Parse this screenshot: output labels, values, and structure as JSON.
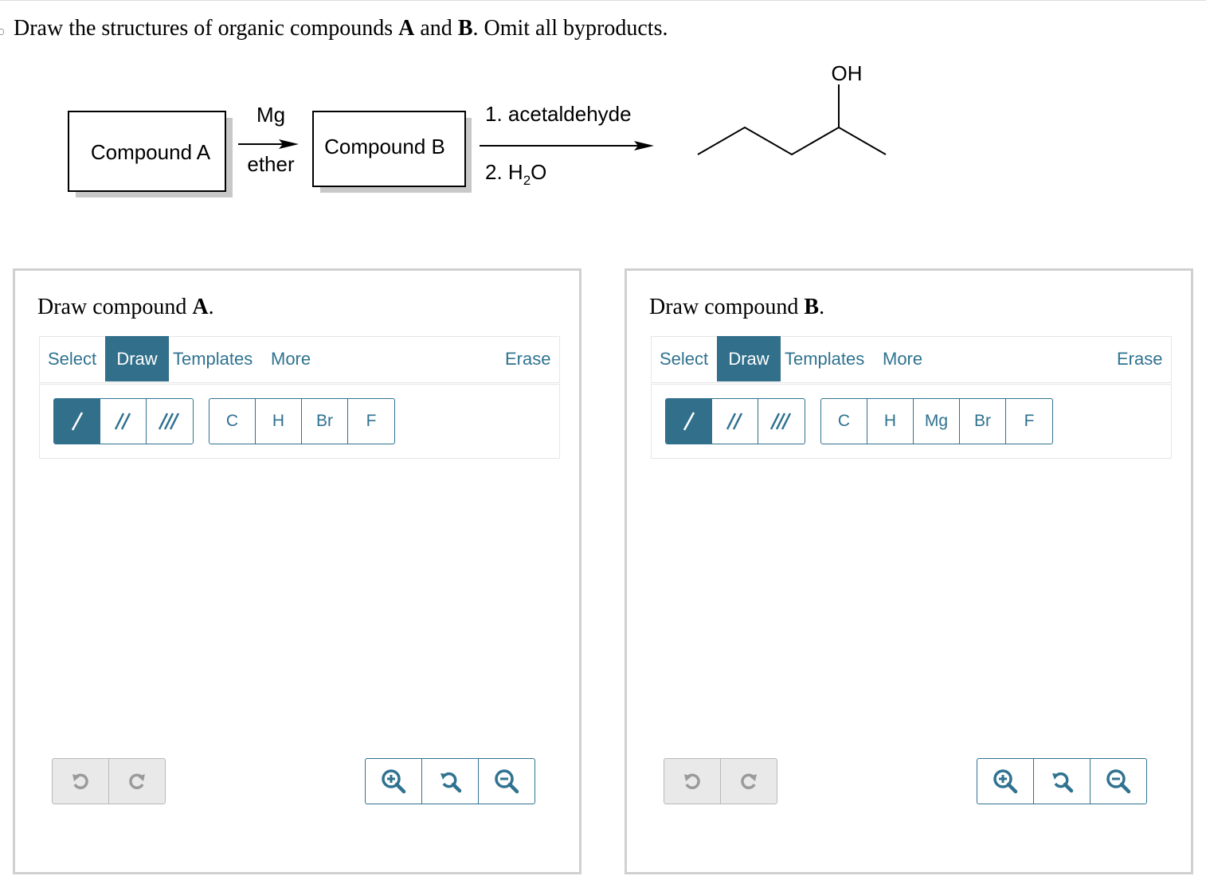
{
  "question": {
    "prefix": "Draw the structures of organic compounds ",
    "a": "A",
    "mid": " and ",
    "b": "B",
    "suffix": ". Omit all byproducts."
  },
  "scheme": {
    "box_a": "Compound A",
    "box_b": "Compound B",
    "reagent_top": "Mg",
    "reagent_bottom": "ether",
    "step1": "1. acetaldehyde",
    "step2_prefix": "2. H",
    "step2_sub": "2",
    "step2_suffix": "O",
    "product_label": "OH"
  },
  "panels": [
    {
      "title_prefix": "Draw compound ",
      "title_bold": "A",
      "title_suffix": ".",
      "tabs": {
        "select": "Select",
        "draw": "Draw",
        "templates": "Templates",
        "more": "More",
        "erase": "Erase"
      },
      "atoms": [
        "C",
        "H",
        "Br",
        "F"
      ]
    },
    {
      "title_prefix": "Draw compound ",
      "title_bold": "B",
      "title_suffix": ".",
      "tabs": {
        "select": "Select",
        "draw": "Draw",
        "templates": "Templates",
        "more": "More",
        "erase": "Erase"
      },
      "atoms": [
        "C",
        "H",
        "Mg",
        "Br",
        "F"
      ]
    }
  ],
  "colors": {
    "accent": "#316f8a",
    "accent_text": "#2f7290",
    "disabled_bg": "#e9e9e9",
    "panel_border": "#d0d0d0"
  },
  "icons": {
    "single_bond": "single-bond-icon",
    "double_bond": "double-bond-icon",
    "triple_bond": "triple-bond-icon",
    "undo": "undo-icon",
    "redo": "redo-icon",
    "zoom_in": "zoom-in-icon",
    "zoom_reset": "zoom-reset-icon",
    "zoom_out": "zoom-out-icon"
  }
}
